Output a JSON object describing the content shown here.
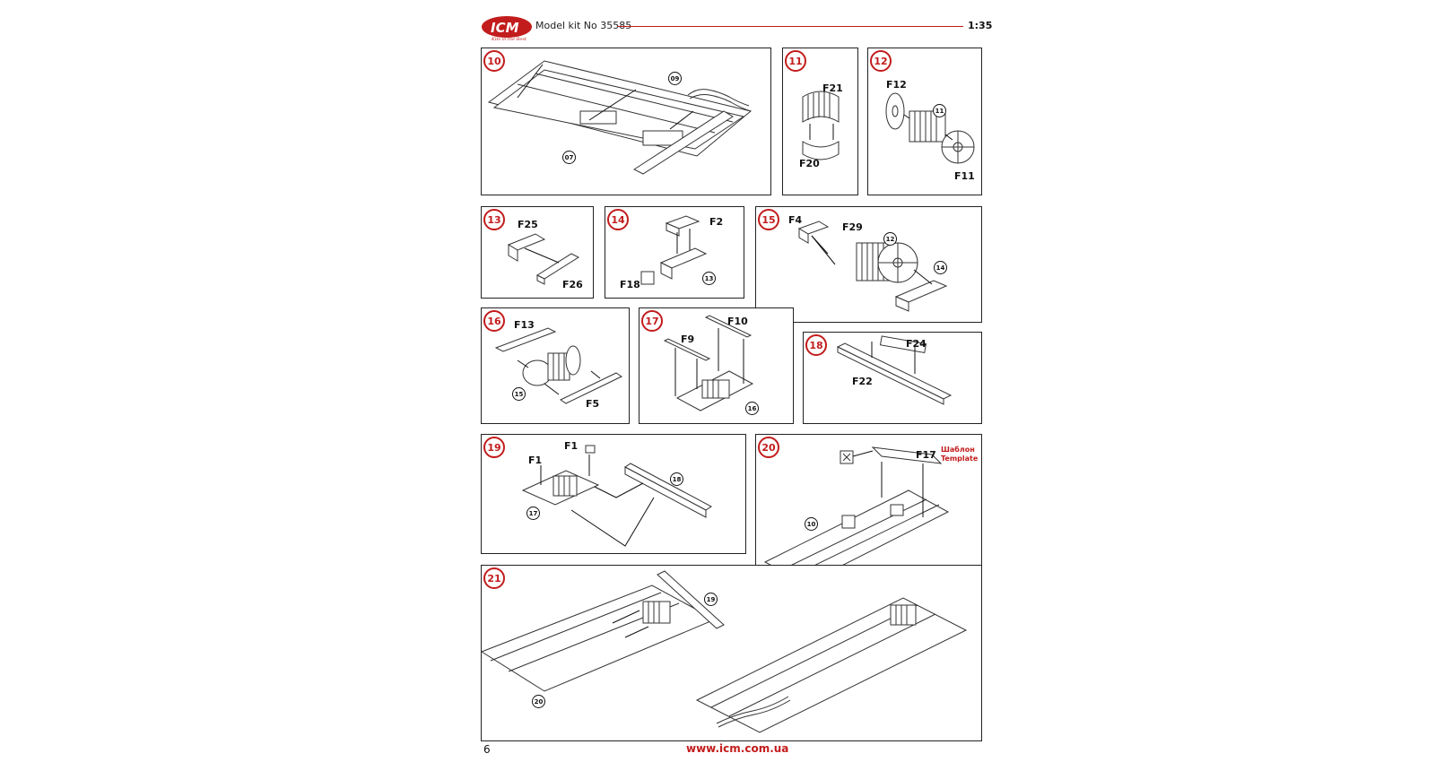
{
  "header": {
    "logo_text": "ICM",
    "logo_tagline": "Kits in the Best",
    "kit_title": "Model kit No 35585",
    "scale": "1:35",
    "accent_color": "#c21c1c"
  },
  "steps": {
    "s10": {
      "num": "10",
      "refs": [
        "09",
        "07"
      ]
    },
    "s11": {
      "num": "11",
      "parts": [
        "F21",
        "F20"
      ]
    },
    "s12": {
      "num": "12",
      "parts": [
        "F12",
        "F11"
      ],
      "refs": [
        "11"
      ]
    },
    "s13": {
      "num": "13",
      "parts": [
        "F25",
        "F26"
      ]
    },
    "s14": {
      "num": "14",
      "parts": [
        "F2",
        "F18"
      ],
      "refs": [
        "13"
      ]
    },
    "s15": {
      "num": "15",
      "parts": [
        "F4",
        "F29"
      ],
      "refs": [
        "12",
        "14"
      ]
    },
    "s16": {
      "num": "16",
      "parts": [
        "F13",
        "F5"
      ],
      "refs": [
        "15"
      ]
    },
    "s17": {
      "num": "17",
      "parts": [
        "F10",
        "F9"
      ],
      "refs": [
        "16"
      ]
    },
    "s18": {
      "num": "18",
      "parts": [
        "F24",
        "F22"
      ]
    },
    "s19": {
      "num": "19",
      "parts": [
        "F1",
        "F1"
      ],
      "refs": [
        "18",
        "17"
      ]
    },
    "s20": {
      "num": "20",
      "parts": [
        "F17"
      ],
      "refs": [
        "10"
      ],
      "template_ua": "Шаблон",
      "template_en": "Template"
    },
    "s21": {
      "num": "21",
      "refs": [
        "19",
        "20"
      ]
    }
  },
  "footer": {
    "page_number": "6",
    "url": "www.icm.com.ua"
  }
}
